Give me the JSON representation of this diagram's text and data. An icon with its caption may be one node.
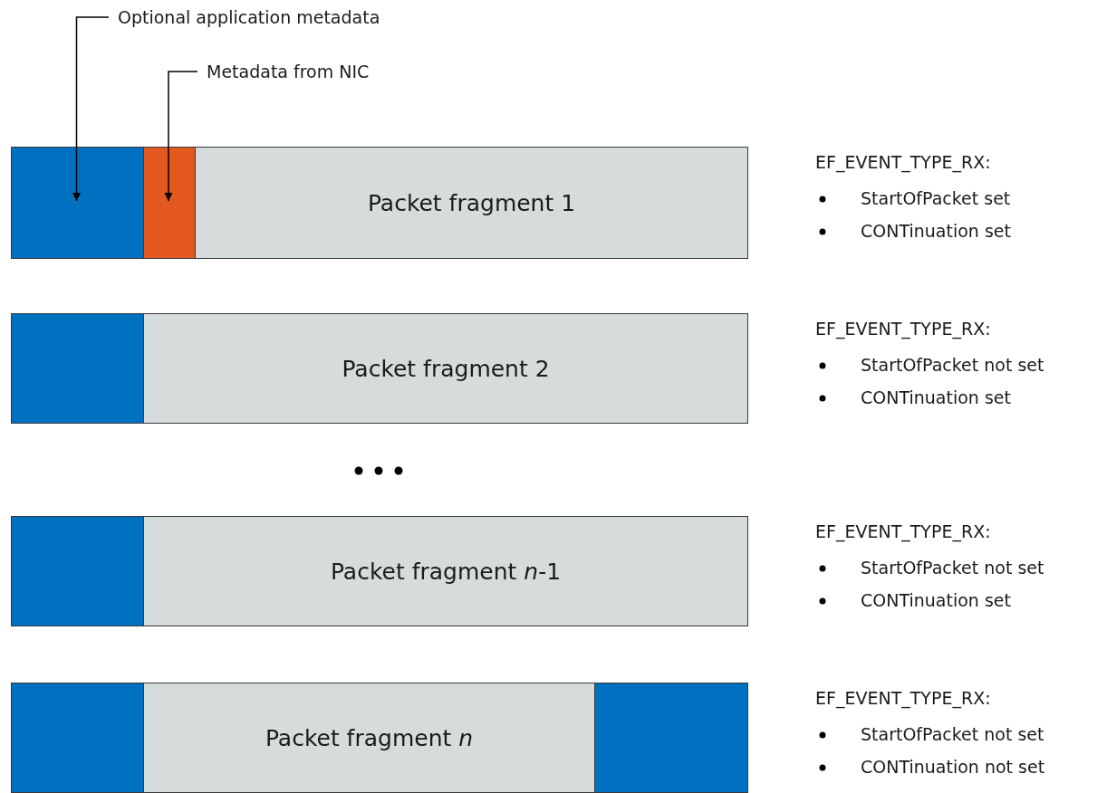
{
  "diagram": {
    "nodes": [
      {
        "text": [
          "Optional application metadata"
        ]
      },
      {
        "text": [
          "Metadata from NIC"
        ]
      },
      {
        "text": [],
        "shape": "box"
      },
      {
        "text": [],
        "shape": "box"
      },
      {
        "text": [
          "Packet fragment 1"
        ]
      },
      {
        "text": [],
        "shape": "box"
      },
      {
        "text": [
          "Packet fragment 2"
        ]
      },
      {
        "text": [],
        "shape": "box"
      },
      {
        "text": [
          "Packet fragment *n*-1"
        ]
      },
      {
        "text": [],
        "shape": "box"
      },
      {
        "text": [
          "Packet fragment *n*"
        ]
      },
      {
        "text": [],
        "shape": "box"
      }
    ],
    "edges": [
      {
        "from": 0,
        "to": 2,
        "arrow": "to"
      },
      {
        "from": 1,
        "to": 3,
        "arrow": "to"
      }
    ],
    "labels": [
      "EF_EVENT_TYPE_RX:",
      "StartOfPacket set",
      "CONTinuation set",
      "EF_EVENT_TYPE_RX:",
      "StartOfPacket not set",
      "CONTinuation set",
      "EF_EVENT_TYPE_RX:",
      "StartOfPacket not set",
      "CONTinuation set",
      "EF_EVENT_TYPE_RX:",
      "StartOfPacket not set",
      "CONTinuation not set"
    ]
  }
}
